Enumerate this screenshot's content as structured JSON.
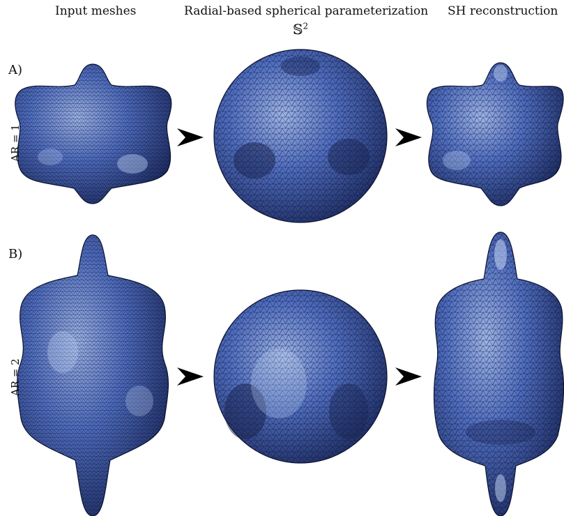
{
  "headers": {
    "input": "Input meshes",
    "param": "Radial-based spherical parameterization",
    "sphere_symbol": "𝕊",
    "sphere_exp": "2",
    "recon": "SH reconstruction"
  },
  "rows": [
    {
      "letter": "A)",
      "ar_label": "AR = 1"
    },
    {
      "letter": "B)",
      "ar_label": "AR = 2"
    }
  ],
  "colors": {
    "mesh_fill": "#4a68b8",
    "mesh_dark": "#1a2452",
    "mesh_light": "#a9bfea",
    "wire": "#0b1230",
    "arrow": "#000000"
  },
  "icons": [
    "arrowhead-icon"
  ]
}
